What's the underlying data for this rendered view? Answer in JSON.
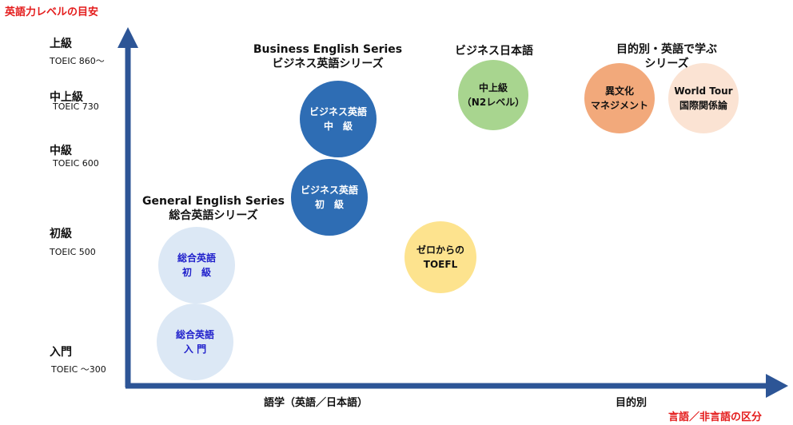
{
  "corner_title": "英語力レベルの目安",
  "bottom_right_title": "言語／非言語の区分",
  "y_levels": [
    {
      "name": "上級",
      "score": "TOEIC 860～"
    },
    {
      "name": "中上級",
      "score": "TOEIC 730"
    },
    {
      "name": "中級",
      "score": "TOEIC 600"
    },
    {
      "name": "初級",
      "score": "TOEIC 500"
    },
    {
      "name": "入門",
      "score": "TOEIC ～300"
    }
  ],
  "x_labels": [
    "語学（英語／日本語）",
    "目的別"
  ],
  "series_titles": {
    "business": {
      "line1": "Business English Series",
      "line2": "ビジネス英語シリーズ"
    },
    "japanese": {
      "line1": "ビジネス日本語"
    },
    "purpose": {
      "line1": "目的別・英語で学ぶ",
      "line2": "シリーズ"
    },
    "general": {
      "line1": "General English Series",
      "line2": "総合英語シリーズ"
    }
  },
  "bubbles": [
    {
      "id": "business-intermediate",
      "line1": "ビジネス英語",
      "line2": "中　級",
      "fill": "#2e6db4",
      "text_color": "#ffffff"
    },
    {
      "id": "business-beginner",
      "line1": "ビジネス英語",
      "line2": "初　級",
      "fill": "#2e6db4",
      "text_color": "#ffffff"
    },
    {
      "id": "japanese-upper",
      "line1": "中上級",
      "line2": "（N2レベル）",
      "fill": "#a8d58f",
      "text_color": "#111111"
    },
    {
      "id": "cross-cultural",
      "line1": "異文化",
      "line2": "マネジメント",
      "fill": "#f2a97b",
      "text_color": "#111111"
    },
    {
      "id": "world-tour",
      "line1": "World Tour",
      "line2": "国際関係論",
      "fill": "#fbe3d3",
      "text_color": "#111111"
    },
    {
      "id": "toefl",
      "line1": "ゼロからの",
      "line2": "TOEFL",
      "fill": "#fde38e",
      "text_color": "#111111"
    },
    {
      "id": "general-beginner",
      "line1": "総合英語",
      "line2": "初　級",
      "fill": "#dce8f5",
      "text_color": "#2222cc"
    },
    {
      "id": "general-intro",
      "line1": "総合英語",
      "line2": "入 門",
      "fill": "#dce8f5",
      "text_color": "#2222cc"
    }
  ],
  "colors": {
    "axis": "#2d5596",
    "accent_red": "#e41b1b"
  }
}
